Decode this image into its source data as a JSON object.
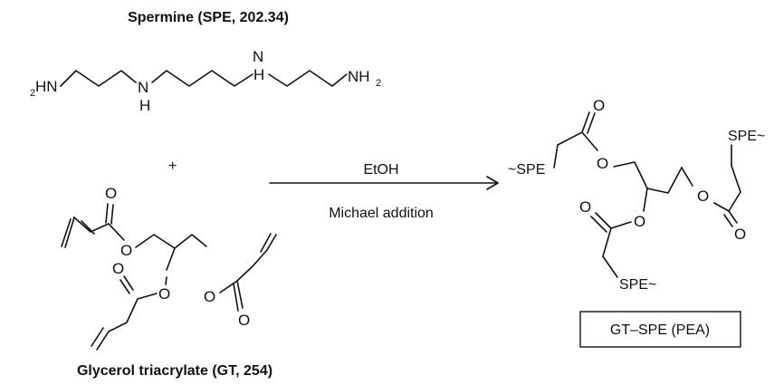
{
  "spermine": {
    "title": "Spermine (SPE, 202.34)",
    "left_amine_sub": "2",
    "left_amine": "HN",
    "right_amine": "NH",
    "right_amine_sub": "2",
    "n": "N",
    "h": "H"
  },
  "glycerol": {
    "title": "Glycerol triacrylate (GT, 254)",
    "o": "O"
  },
  "reaction": {
    "plus": "+",
    "above_arrow": "EtOH",
    "below_arrow": "Michael addition"
  },
  "product": {
    "o": "O",
    "spe_left": "~SPE",
    "spe_right": "SPE~",
    "spe_bottom": "SPE~",
    "box_label": "GT–SPE (PEA)"
  }
}
